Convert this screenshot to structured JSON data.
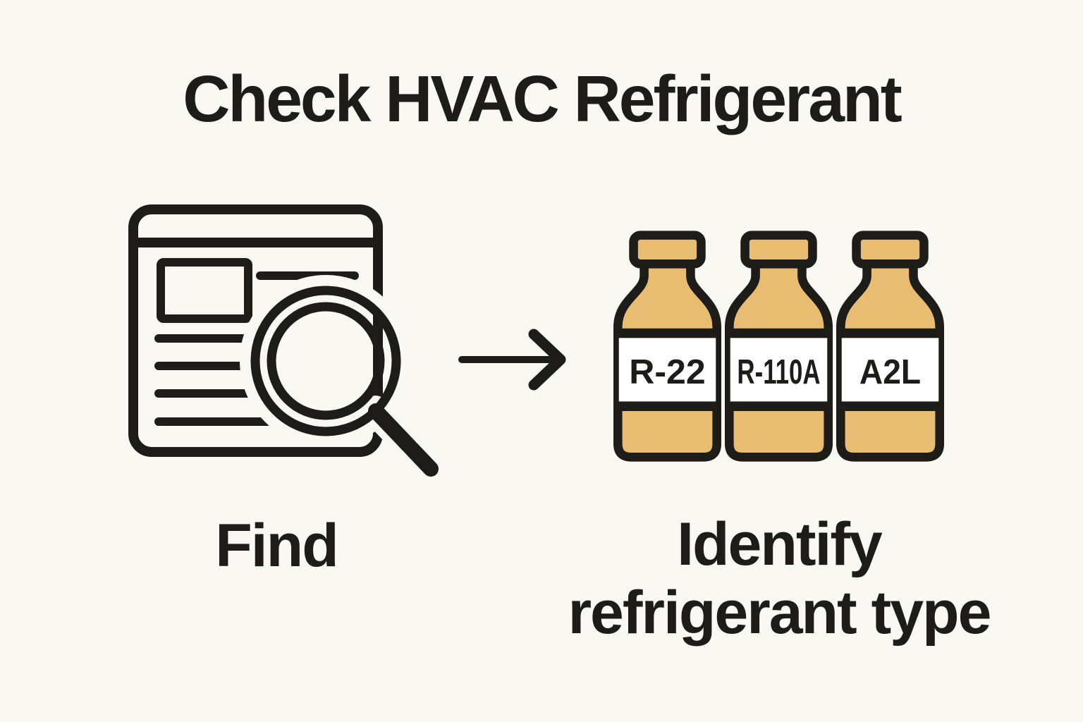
{
  "title": "Check HVAC Refrigerant",
  "left_step": {
    "icon": "document-search-icon",
    "caption": "Find"
  },
  "connector": {
    "icon": "arrow-right-icon"
  },
  "right_step": {
    "icon": "refrigerant-bottles-icon",
    "caption_line1": "Identify",
    "caption_line2": "refrigerant type"
  },
  "bottles": [
    {
      "label": "R-22"
    },
    {
      "label": "R-110A"
    },
    {
      "label": "A2L"
    }
  ],
  "colors": {
    "background": "#faf8f3",
    "ink": "#1e1c19",
    "bottle_fill": "#e8bd72",
    "label_background": "#ffffff"
  }
}
